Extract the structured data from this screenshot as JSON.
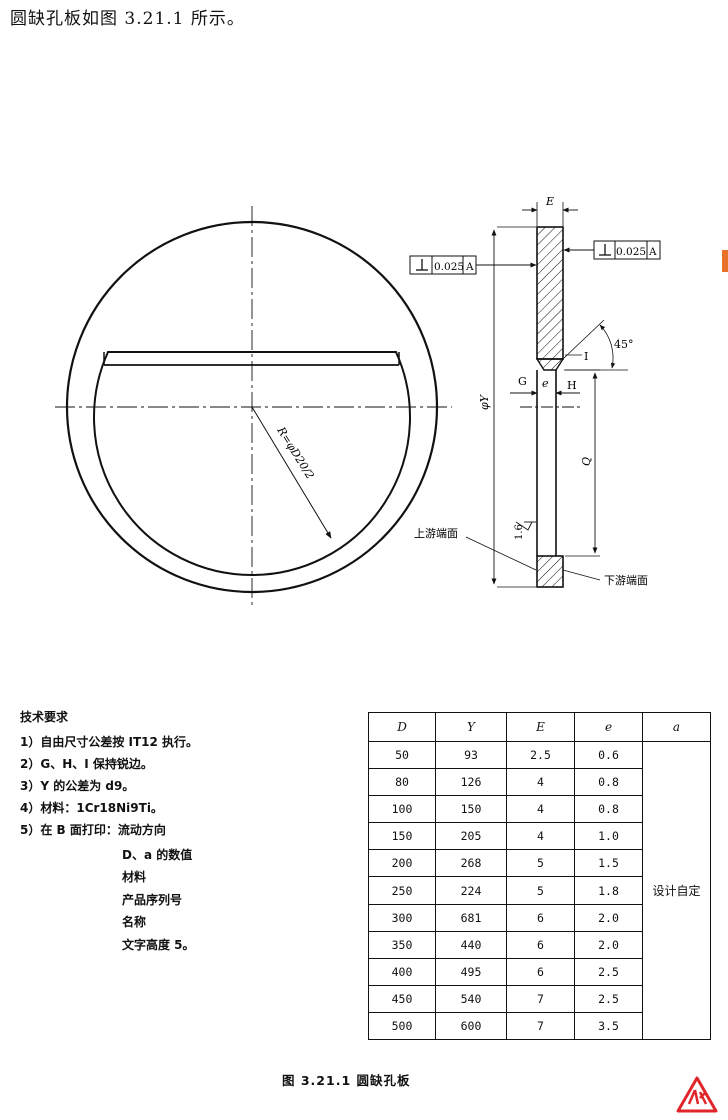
{
  "intro": "圆缺孔板如图 3.21.1 所示。",
  "drawing": {
    "dim_E": "E",
    "dim_e": "e",
    "dim_Y": "φY",
    "dim_Q": "Q",
    "radius": "R=φD20/2",
    "tolerance_value": "0.025",
    "datum": "A",
    "angle": "45°",
    "label_G": "G",
    "label_H": "H",
    "label_I": "I",
    "roughness": "1.6",
    "upstream_face": "上游端面",
    "downstream_face": "下游端面"
  },
  "requirements": {
    "title": "技术要求",
    "items": [
      "1）自由尺寸公差按 IT12 执行。",
      "2）G、H、I 保持锐边。",
      "3）Y 的公差为 d9。",
      "4）材料：1Cr18Ni9Ti。",
      "5）在 B 面打印：流动方向"
    ],
    "print_items": [
      "D、a 的数值",
      "材料",
      "产品序列号",
      "名称",
      "文字高度 5。"
    ]
  },
  "table": {
    "headers": [
      "D",
      "Y",
      "E",
      "e",
      "a"
    ],
    "rows": [
      [
        "50",
        "93",
        "2.5",
        "0.6"
      ],
      [
        "80",
        "126",
        "4",
        "0.8"
      ],
      [
        "100",
        "150",
        "4",
        "0.8"
      ],
      [
        "150",
        "205",
        "4",
        "1.0"
      ],
      [
        "200",
        "268",
        "5",
        "1.5"
      ],
      [
        "250",
        "224",
        "5",
        "1.8"
      ],
      [
        "300",
        "681",
        "6",
        "2.0"
      ],
      [
        "350",
        "440",
        "6",
        "2.0"
      ],
      [
        "400",
        "495",
        "6",
        "2.5"
      ],
      [
        "450",
        "540",
        "7",
        "2.5"
      ],
      [
        "500",
        "600",
        "7",
        "3.5"
      ]
    ],
    "a_value": "设计自定"
  },
  "caption": "图 3.21.1   圆缺孔板"
}
